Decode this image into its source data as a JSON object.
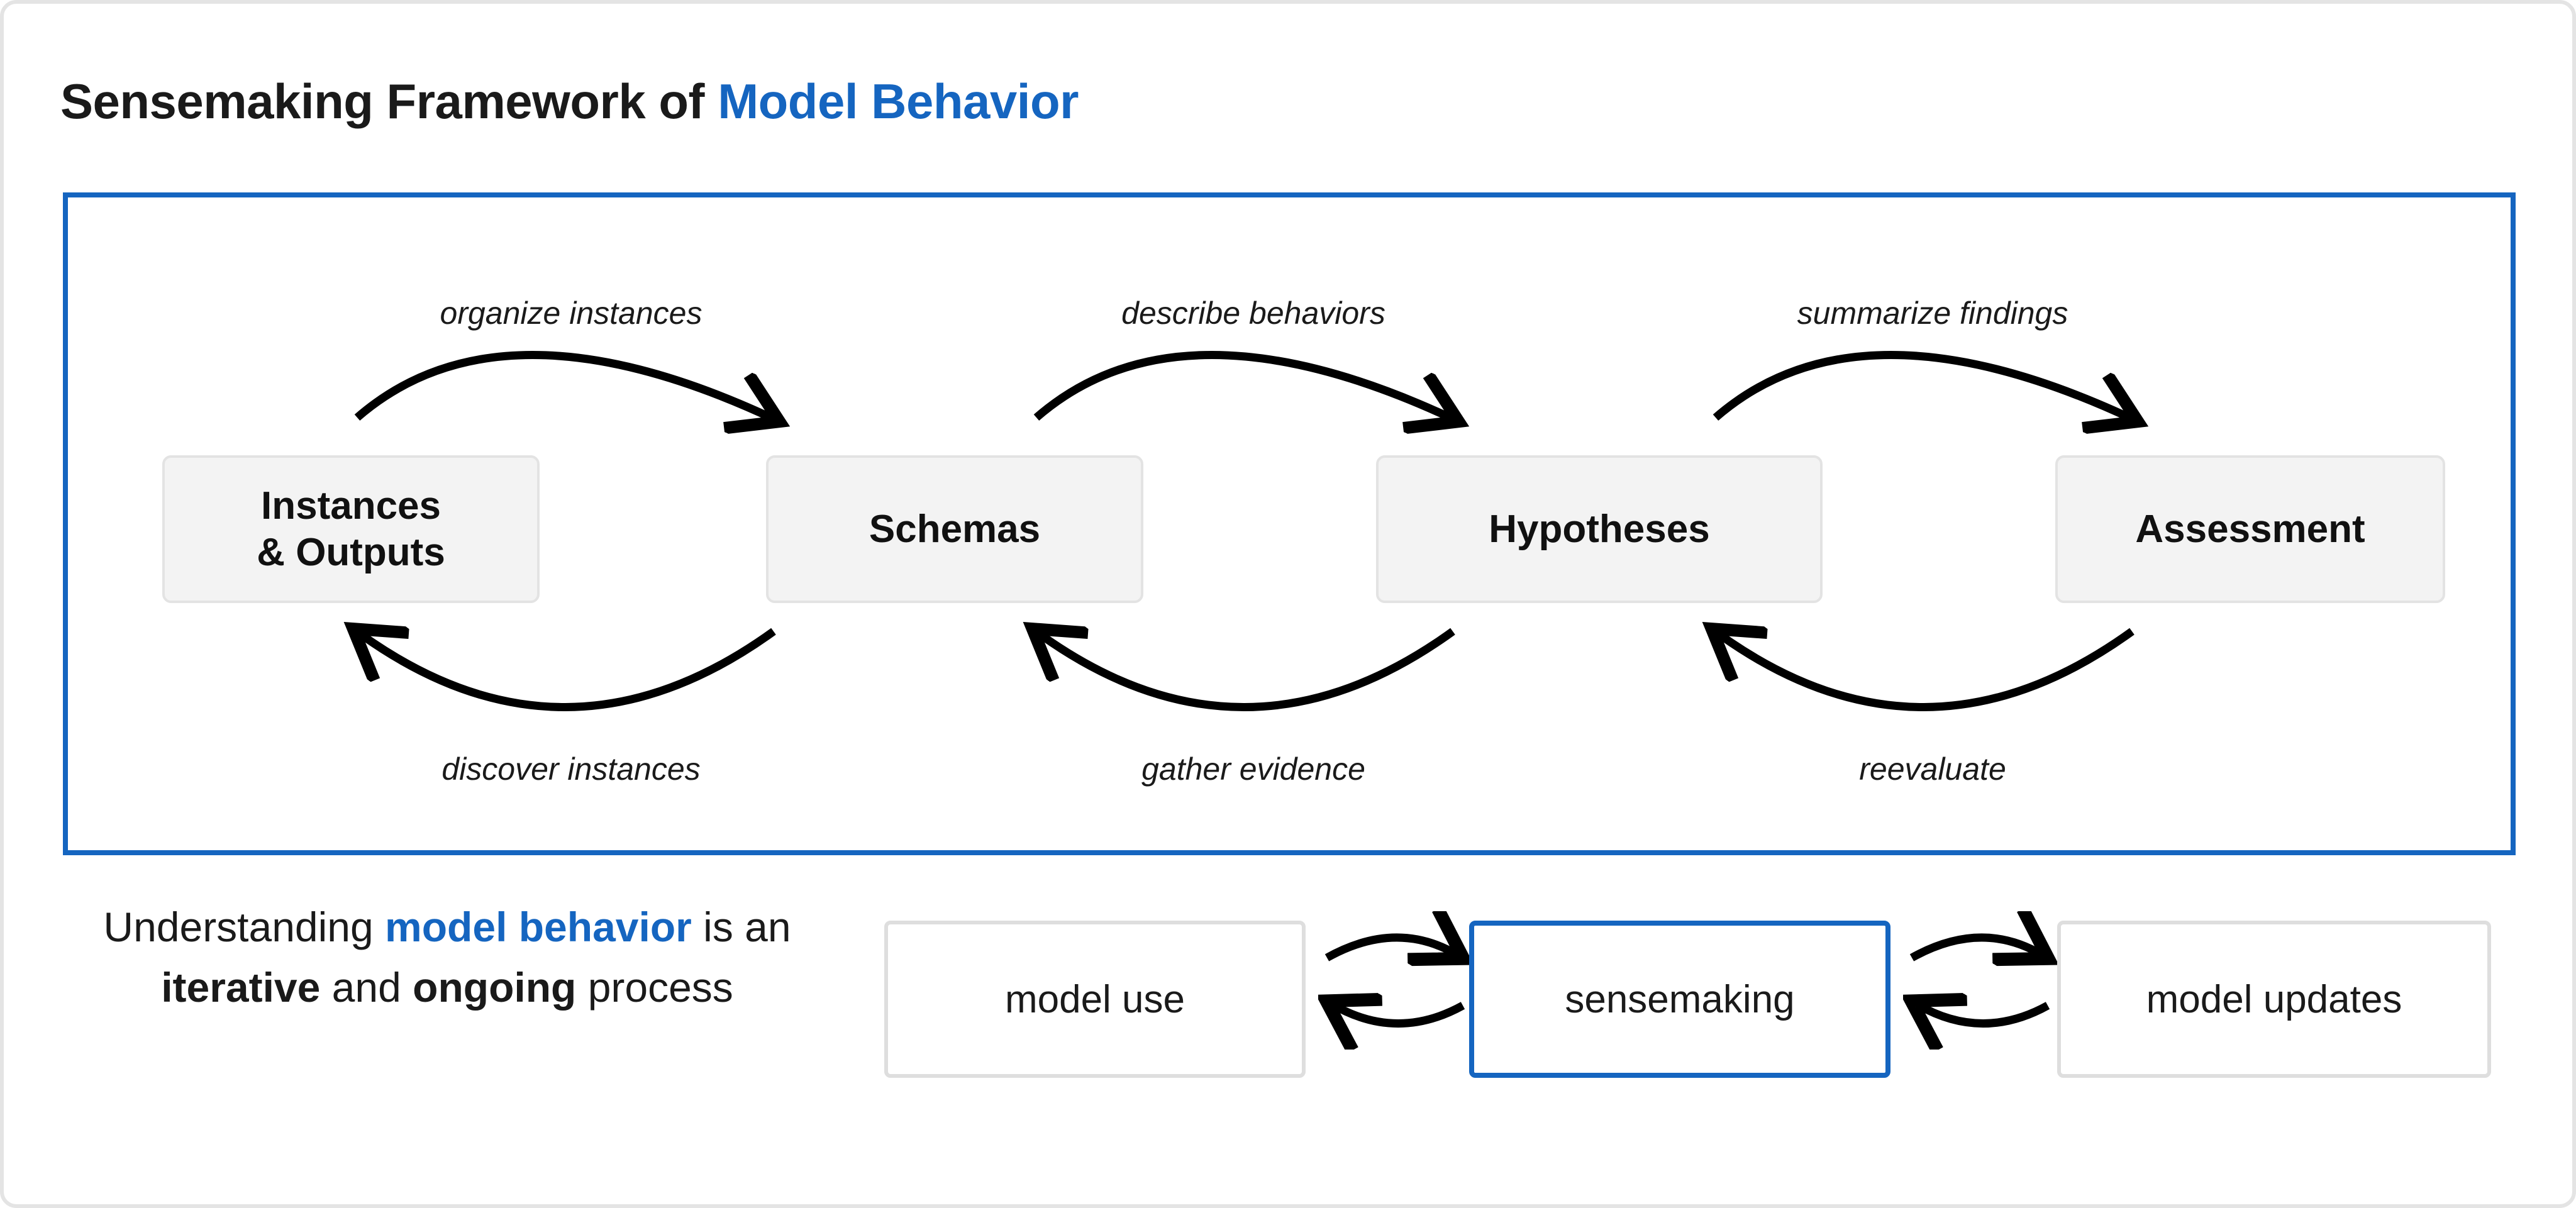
{
  "title": {
    "lead": "Sensemaking Framework of ",
    "accent": "Model Behavior"
  },
  "colors": {
    "accent_blue": "#1565c0",
    "box_fill": "#f3f3f3",
    "box_border": "#e3e3e3",
    "page_border": "#e4e4e4",
    "arrow": "#000000",
    "text": "#1a1a1a"
  },
  "framework": {
    "stages": [
      {
        "id": "instances-outputs",
        "line1": "Instances",
        "line2": "& Outputs"
      },
      {
        "id": "schemas",
        "line1": "Schemas",
        "line2": ""
      },
      {
        "id": "hypotheses",
        "line1": "Hypotheses",
        "line2": ""
      },
      {
        "id": "assessment",
        "line1": "Assessment",
        "line2": ""
      }
    ],
    "forward_labels": [
      "organize instances",
      "describe behaviors",
      "summarize findings"
    ],
    "backward_labels": [
      "discover instances",
      "gather evidence",
      "reevaluate"
    ]
  },
  "bottom": {
    "caption": {
      "part1": "Understanding ",
      "accent1": "model behavior",
      "part2": " is an ",
      "strong1": "iterative",
      "part3": " and ",
      "strong2": "ongoing",
      "part4": " process"
    },
    "cycle": [
      {
        "id": "model-use",
        "label": "model use",
        "highlight": false
      },
      {
        "id": "sensemaking",
        "label": "sensemaking",
        "highlight": true
      },
      {
        "id": "model-updates",
        "label": "model updates",
        "highlight": false
      }
    ]
  }
}
